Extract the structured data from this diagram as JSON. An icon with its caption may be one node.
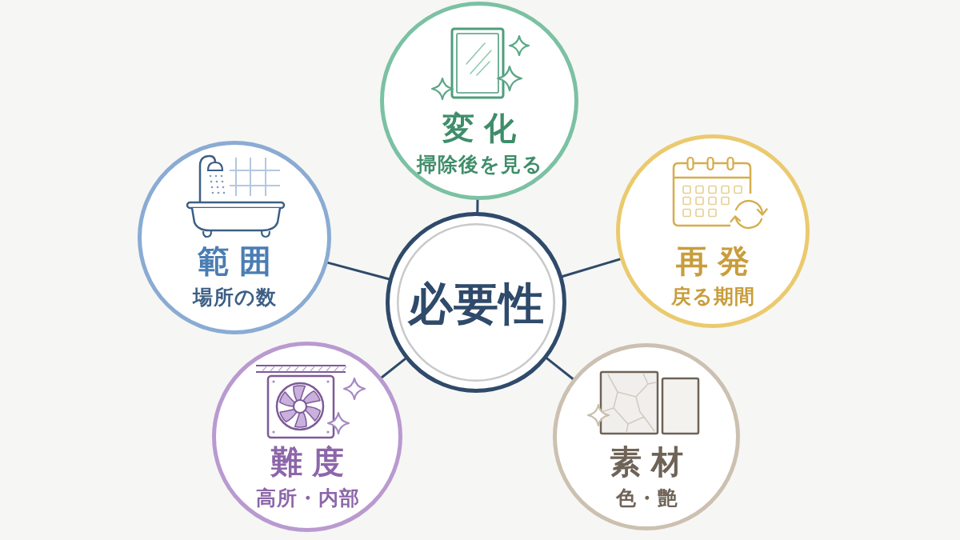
{
  "diagram": {
    "nodes": [
      {
        "text": [
          "変化",
          "掃除後を見る"
        ]
      },
      {
        "text": [
          "範囲",
          "場所の数"
        ]
      },
      {
        "text": [
          "必要性"
        ]
      },
      {
        "text": [
          "再発",
          "戻る期間"
        ]
      },
      {
        "text": [
          "難度",
          "高所・内部"
        ]
      },
      {
        "text": [
          "素材",
          "色・艶"
        ]
      }
    ],
    "edges": [
      {
        "from": 2,
        "to": 0,
        "arrow": "none"
      },
      {
        "from": 2,
        "to": 1,
        "arrow": "none"
      },
      {
        "from": 2,
        "to": 3,
        "arrow": "none"
      },
      {
        "from": 2,
        "to": 4,
        "arrow": "none"
      },
      {
        "from": 2,
        "to": 5,
        "arrow": "none"
      }
    ]
  }
}
